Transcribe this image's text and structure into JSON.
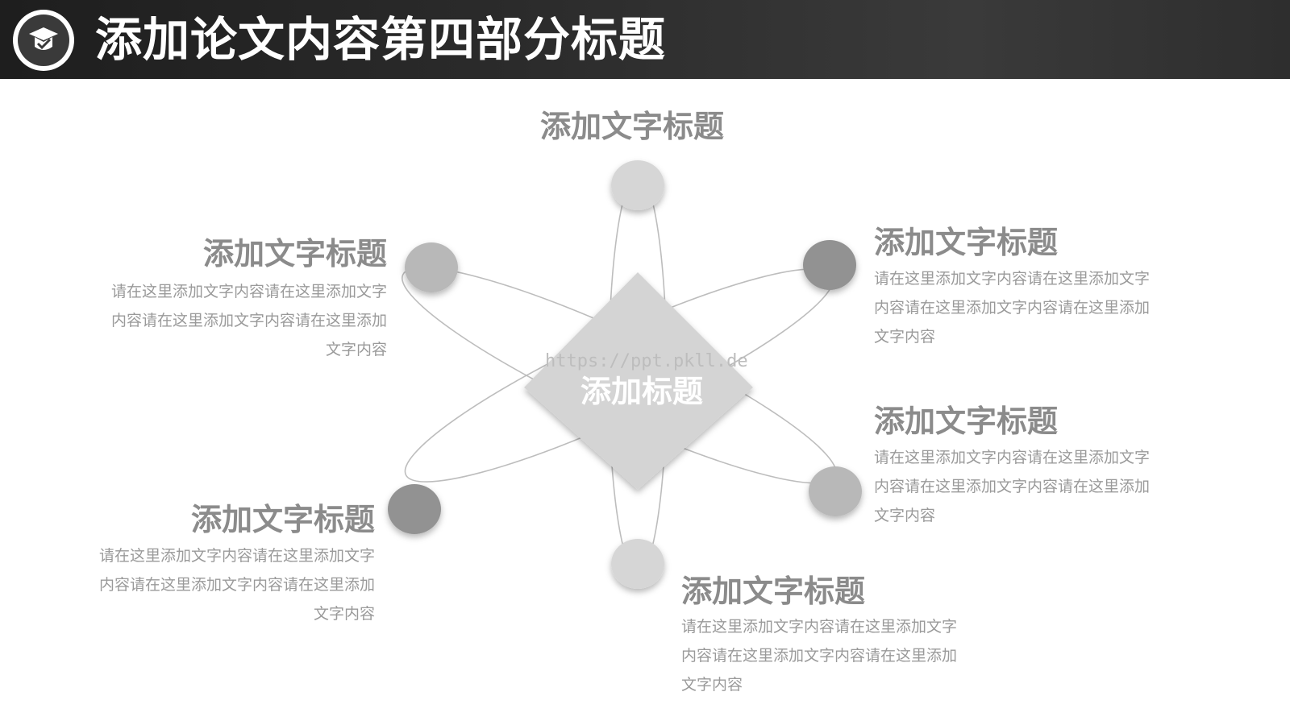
{
  "header": {
    "title": "添加论文内容第四部分标题",
    "logo_icon": "graduation-cap-icon"
  },
  "center": {
    "watermark": "https://ppt.pkll.de",
    "title": "添加标题"
  },
  "nodes": {
    "top": {
      "title": "添加文字标题"
    },
    "left_top": {
      "title": "添加文字标题",
      "body": "请在这里添加文字内容请在这里添加文字内容请在这里添加文字内容请在这里添加文字内容"
    },
    "left_bottom": {
      "title": "添加文字标题",
      "body": "请在这里添加文字内容请在这里添加文字内容请在这里添加文字内容请在这里添加文字内容"
    },
    "right_top": {
      "title": "添加文字标题",
      "body": "请在这里添加文字内容请在这里添加文字内容请在这里添加文字内容请在这里添加文字内容"
    },
    "right_middle": {
      "title": "添加文字标题",
      "body": "请在这里添加文字内容请在这里添加文字内容请在这里添加文字内容请在这里添加文字内容"
    },
    "bottom": {
      "title": "添加文字标题",
      "body": "请在这里添加文字内容请在这里添加文字内容请在这里添加文字内容请在这里添加文字内容"
    }
  },
  "colors": {
    "header_bg": "#2b2b2b",
    "title_text": "#8b8b8b",
    "body_text": "#9a9a9a",
    "diamond": "#d4d4d4",
    "circle_light": "#d6d6d6",
    "circle_mid": "#b4b4b4",
    "circle_dark": "#929292"
  }
}
